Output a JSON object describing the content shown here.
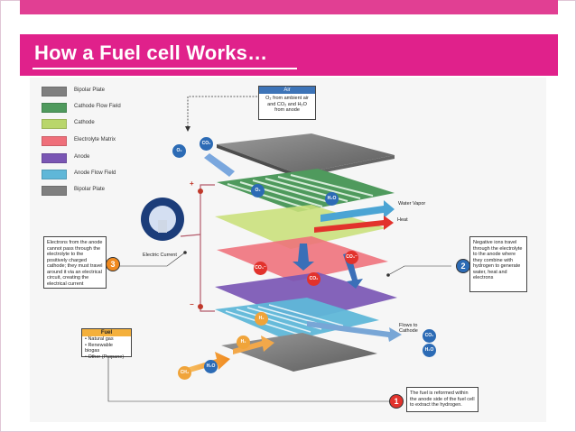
{
  "slide": {
    "title": "How a Fuel cell Works…"
  },
  "colors": {
    "brand_pink": "#e0218b",
    "bipolar_plate": "#7f7f7f",
    "cathode_flow_field": "#4f9a5d",
    "cathode": "#b9d66b",
    "electrolyte_matrix": "#ef6f7a",
    "anode": "#7a56b4",
    "anode_flow_field": "#5fb7d8"
  },
  "legend": [
    {
      "label": "Bipolar Plate",
      "color": "#7f7f7f"
    },
    {
      "label": "Cathode Flow Field",
      "color": "#4f9a5d"
    },
    {
      "label": "Cathode",
      "color": "#b9d66b"
    },
    {
      "label": "Electrolyte Matrix",
      "color": "#ef6f7a"
    },
    {
      "label": "Anode",
      "color": "#7a56b4"
    },
    {
      "label": "Anode Flow Field",
      "color": "#5fb7d8"
    },
    {
      "label": "Bipolar Plate",
      "color": "#7f7f7f"
    }
  ],
  "air_box": {
    "title": "Air",
    "text": "O₂ from ambient air and CO₂ and H₂O from anode"
  },
  "molecules": {
    "o2": "O₂",
    "co2": "CO₂",
    "h2o": "H₂O",
    "co3": "CO₃⁻",
    "h2": "H₂",
    "ch4": "CH₄"
  },
  "outputs": {
    "water_vapor": "Water Vapor",
    "heat": "Heat",
    "flows_to_cathode": "Flows to Cathode"
  },
  "electric_current": "Electric Current",
  "steps": [
    {
      "number": "1",
      "text": "The fuel is reformed within the anode side of the fuel cell to extract the hydrogen."
    },
    {
      "number": "2",
      "text": "Negative ions travel through the electrolyte to the anode where they combine with hydrogen to generate water, heat and electrons"
    },
    {
      "number": "3",
      "text": "Electrons from the anode cannot pass through the electrolyte to the positively charged cathode; they must travel around it via an electrical circuit, creating the electrical current"
    }
  ],
  "fuel_box": {
    "title": "Fuel",
    "items": [
      "• Natural gas",
      "• Renewable biogas",
      "• Other (Propane)"
    ]
  },
  "signs": {
    "plus": "+",
    "minus": "−"
  }
}
